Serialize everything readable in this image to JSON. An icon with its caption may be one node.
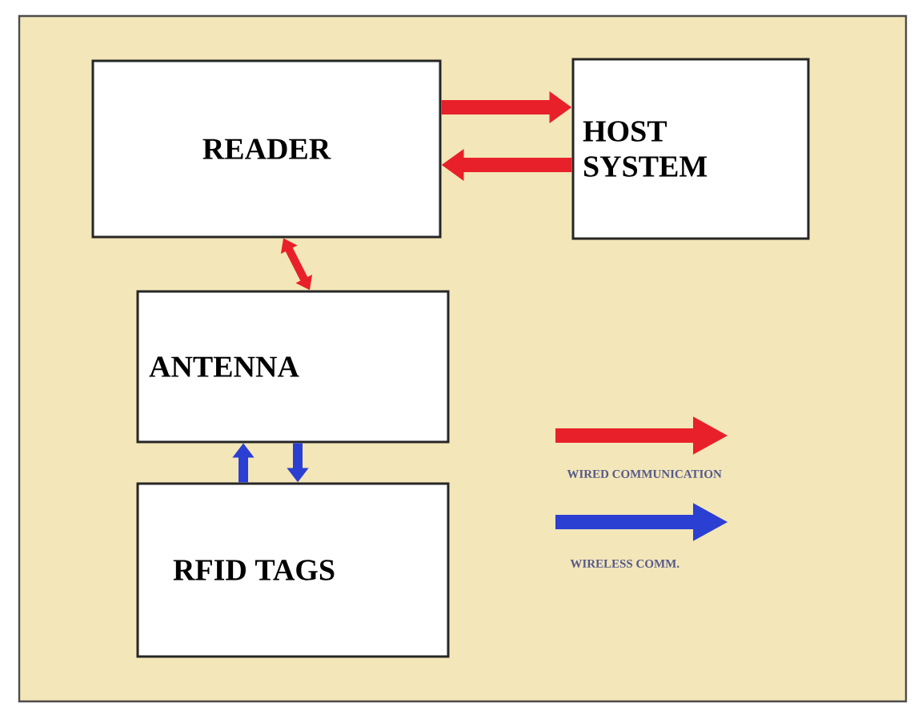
{
  "diagram": {
    "nodes": [
      {
        "text": [
          "READER"
        ]
      },
      {
        "text": [
          "HOST SYSTEM"
        ]
      },
      {
        "text": [
          "ANTENNA"
        ]
      },
      {
        "text": [
          "RFID TAGS"
        ]
      }
    ],
    "edges": [
      {
        "from": 0,
        "to": 1,
        "arrow": "to"
      },
      {
        "from": 1,
        "to": 0,
        "arrow": "to"
      },
      {
        "from": 0,
        "to": 2,
        "arrow": "both"
      },
      {
        "from": 3,
        "to": 2,
        "arrow": "to",
        "color": "#2b3fd3"
      },
      {
        "from": 2,
        "to": 3,
        "arrow": "to",
        "color": "#2b3fd3"
      }
    ],
    "legend": [
      {
        "text": "WIRED COMMUNICATION"
      },
      {
        "text": "WIRELESS COMM."
      }
    ]
  }
}
